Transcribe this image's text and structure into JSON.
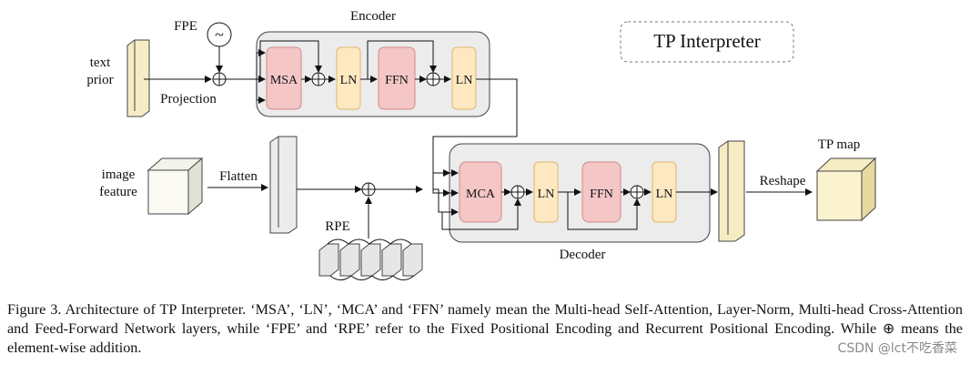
{
  "diagram": {
    "title": "TP Interpreter",
    "encoder_label": "Encoder",
    "decoder_label": "Decoder",
    "fpe_label": "FPE",
    "fpe_symbol": "~",
    "rpe_label": "RPE",
    "text_prior_line1": "text",
    "text_prior_line2": "prior",
    "projection_label": "Projection",
    "image_feature_line1": "image",
    "image_feature_line2": "feature",
    "flatten_label": "Flatten",
    "reshape_label": "Reshape",
    "tp_map_label": "TP map",
    "encoder_blocks": [
      "MSA",
      "LN",
      "FFN",
      "LN"
    ],
    "decoder_blocks": [
      "MCA",
      "LN",
      "FFN",
      "LN"
    ],
    "colors": {
      "attention_fill": "#f4c6c6",
      "ln_fill": "#fde8c2",
      "container_fill": "#ececec",
      "tensor_fill": "#f6ecc4"
    }
  },
  "caption": {
    "text": "Figure 3. Architecture of TP Interpreter. ‘MSA’, ‘LN’, ‘MCA’ and ‘FFN’ namely mean the Multi-head Self-Attention, Layer-Norm, Multi-head Cross-Attention and Feed-Forward Network layers, while ‘FPE’ and ‘RPE’ refer to the Fixed Positional Encoding and Recurrent Positional Encoding. While ⊕ means the element-wise addition."
  },
  "watermark": "CSDN @lct不吃香菜"
}
